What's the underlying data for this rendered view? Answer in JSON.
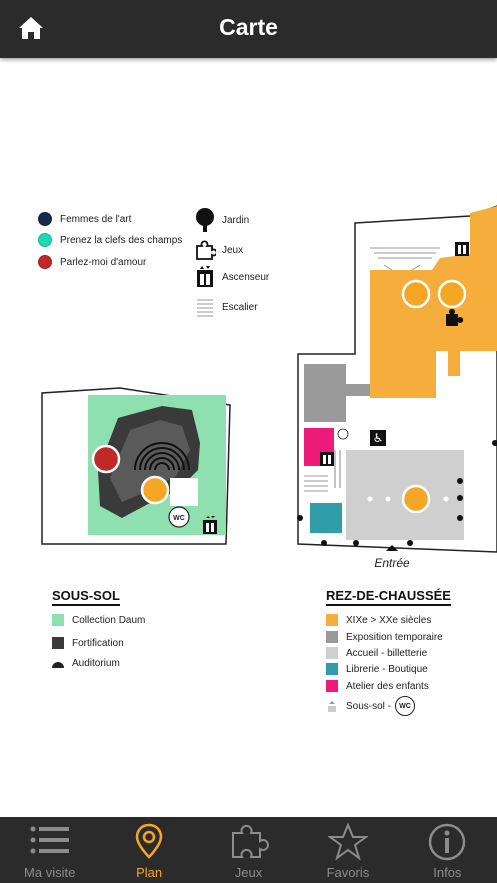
{
  "header": {
    "title": "Carte",
    "home_icon": "home-icon"
  },
  "legend_visits": [
    {
      "label": "Femmes de l'art",
      "color": "#1a2a4a"
    },
    {
      "label": "Prenez la clefs des champs",
      "color": "#1fd8b0"
    },
    {
      "label": "Parlez-moi d'amour",
      "color": "#c0282a"
    }
  ],
  "legend_symbols": [
    {
      "label": "Jardin",
      "icon": "tree-icon"
    },
    {
      "label": "Jeux",
      "icon": "puzzle-icon"
    },
    {
      "label": "Ascenseur",
      "icon": "elevator-icon"
    },
    {
      "label": "Escalier",
      "icon": "stairs-icon"
    }
  ],
  "map": {
    "entrance_label": "Entrée",
    "wc_label": "WC"
  },
  "sous_sol": {
    "title": "SOUS-SOL",
    "items": [
      {
        "label": "Collection Daum",
        "color": "#8fe0b0",
        "kind": "square"
      },
      {
        "label": "Fortification",
        "color": "#3a3a3a",
        "kind": "square"
      },
      {
        "label": "Auditorium",
        "color": "#222222",
        "kind": "arc"
      }
    ]
  },
  "rez": {
    "title": "REZ-DE-CHAUSSÉE",
    "items": [
      {
        "label": "XIXe > XXe siècles",
        "color": "#f5ae3c",
        "kind": "square"
      },
      {
        "label": "Exposition temporaire",
        "color": "#9a9a9a",
        "kind": "square"
      },
      {
        "label": "Accueil - billetterie",
        "color": "#cfcfcf",
        "kind": "square"
      },
      {
        "label": "Librerie - Boutique",
        "color": "#2f9ea8",
        "kind": "square"
      },
      {
        "label": "Atelier des enfants",
        "color": "#ee1b7a",
        "kind": "square"
      },
      {
        "label": "Sous-sol -",
        "color": "#999999",
        "kind": "stairs"
      }
    ]
  },
  "tabs": [
    {
      "label": "Ma visite",
      "icon": "list-icon",
      "active": false
    },
    {
      "label": "Plan",
      "icon": "map-pin-icon",
      "active": true
    },
    {
      "label": "Jeux",
      "icon": "puzzle-icon",
      "active": false
    },
    {
      "label": "Favoris",
      "icon": "star-icon",
      "active": false
    },
    {
      "label": "Infos",
      "icon": "info-icon",
      "active": false
    }
  ],
  "colors": {
    "header_bg": "#2b2b2b",
    "accent": "#f5a623"
  }
}
